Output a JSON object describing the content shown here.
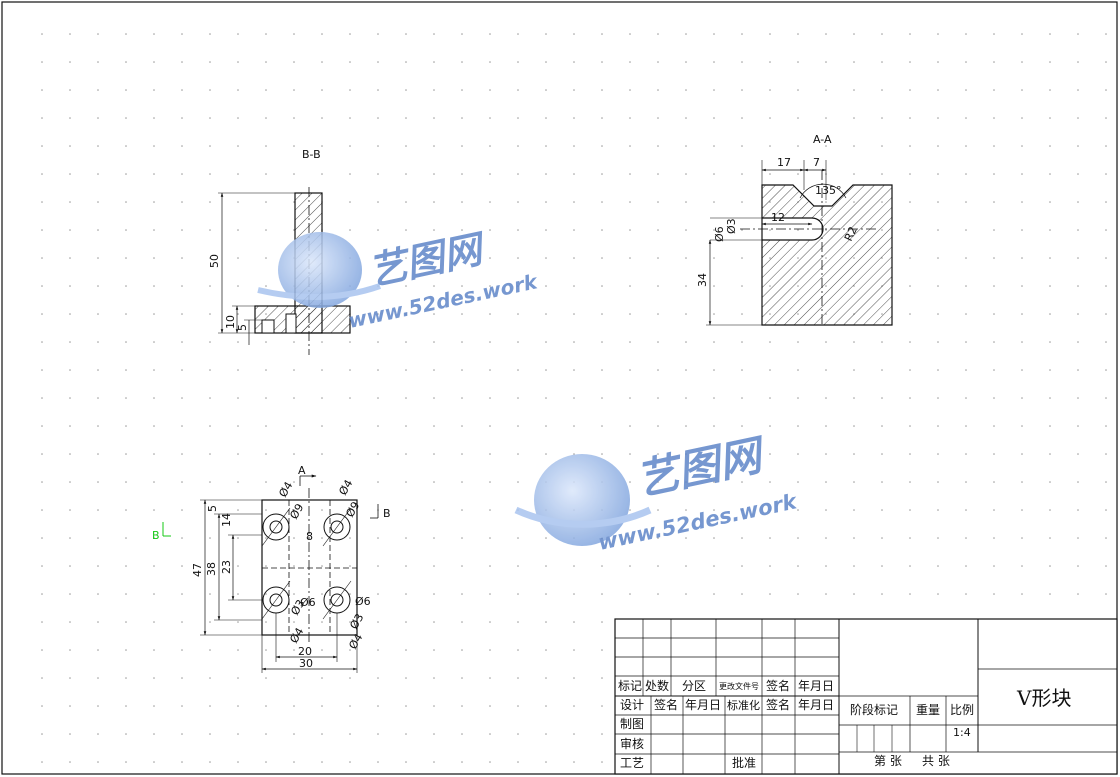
{
  "view_labels": {
    "section_bb": "B-B",
    "section_aa": "A-A",
    "arrow_a": "A",
    "arrow_b_left": "B",
    "arrow_b_right": "B"
  },
  "dimensions": {
    "bb_height": "50",
    "bb_base": "10",
    "bb_step": "5",
    "aa_width_left": "17",
    "aa_width_right": "7",
    "aa_angle": "135°",
    "aa_slot": "12",
    "aa_dia_outer": "Ø6",
    "aa_dia_inner": "Ø3",
    "aa_radius": "R2",
    "aa_height": "34",
    "plan_total_h": "47",
    "plan_inner_h": "38",
    "plan_hole_pitch": "23",
    "plan_top_edge": "5",
    "plan_top_hole": "14",
    "plan_pitch_w": "20",
    "plan_total_w": "30",
    "hole_d4": "Ø4",
    "hole_d9": "Ø9",
    "hole_d6": "Ø6",
    "hole_d3": "Ø3",
    "hole_d8": "8"
  },
  "title_block": {
    "part_name": "V形块",
    "row_headers": [
      "标记",
      "处数",
      "分区",
      "更改文件号",
      "签名",
      "年月日"
    ],
    "row_design": [
      "设计",
      "签名",
      "年月日",
      "标准化",
      "签名",
      "年月日"
    ],
    "draw": "制图",
    "check": "审核",
    "process": "工艺",
    "approve": "批准",
    "stage_mark": "阶段标记",
    "weight": "重量",
    "scale_label": "比例",
    "scale_value": "1:4",
    "sheet_of": "第 张",
    "sheet_total": "共 张"
  },
  "watermark": {
    "brand": "艺图网",
    "url": "www.52des.work"
  },
  "colors": {
    "line": "#111111",
    "grid_dot": "#9a9a9a",
    "marker_green": "#16c816",
    "watermark_blue": "#5f86c8",
    "watermark_light": "#a9c4ef"
  }
}
